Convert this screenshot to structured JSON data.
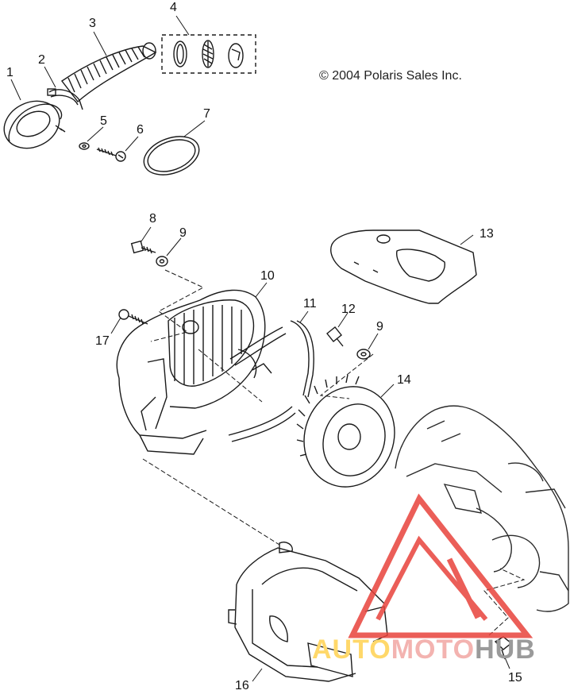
{
  "diagram": {
    "copyright": "© 2004 Polaris Sales Inc.",
    "callouts": [
      "1",
      "2",
      "3",
      "4",
      "5",
      "6",
      "7",
      "8",
      "9",
      "10",
      "11",
      "12",
      "13",
      "9",
      "14",
      "17",
      "16",
      "15"
    ]
  },
  "watermark": {
    "word_1": "AUTO",
    "word_2": "MOTO",
    "word_3": "HUB",
    "colors": {
      "triangle": "#e8423b",
      "auto": "#f5b800",
      "moto": "#e8423b",
      "hub": "#444444"
    }
  }
}
